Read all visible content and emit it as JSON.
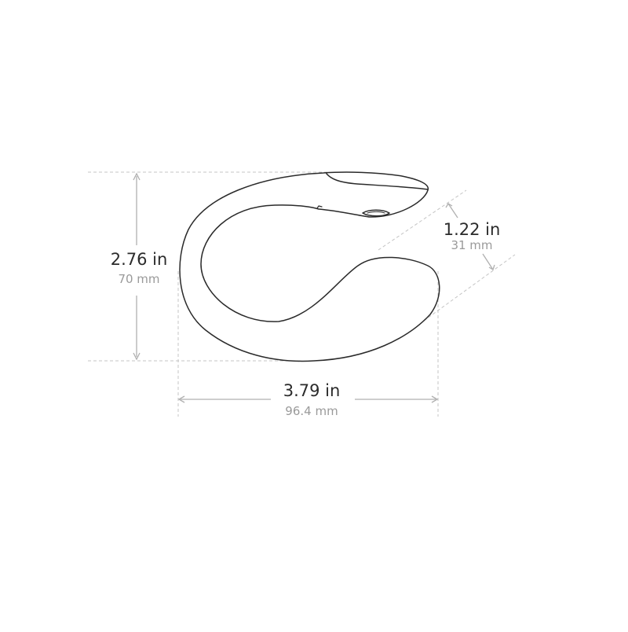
{
  "dimensions": {
    "height": {
      "primary": "2.76 in",
      "secondary": "70 mm"
    },
    "width": {
      "primary": "3.79 in",
      "secondary": "96.4 mm"
    },
    "thickness": {
      "primary": "1.22 in",
      "secondary": "31 mm"
    }
  },
  "colors": {
    "outline": "#2a2a2a",
    "dimension_line": "#b0b0b0",
    "guide_line": "#c4c4c4",
    "primary_text": "#2b2b2b",
    "secondary_text": "#9a9a9a"
  }
}
